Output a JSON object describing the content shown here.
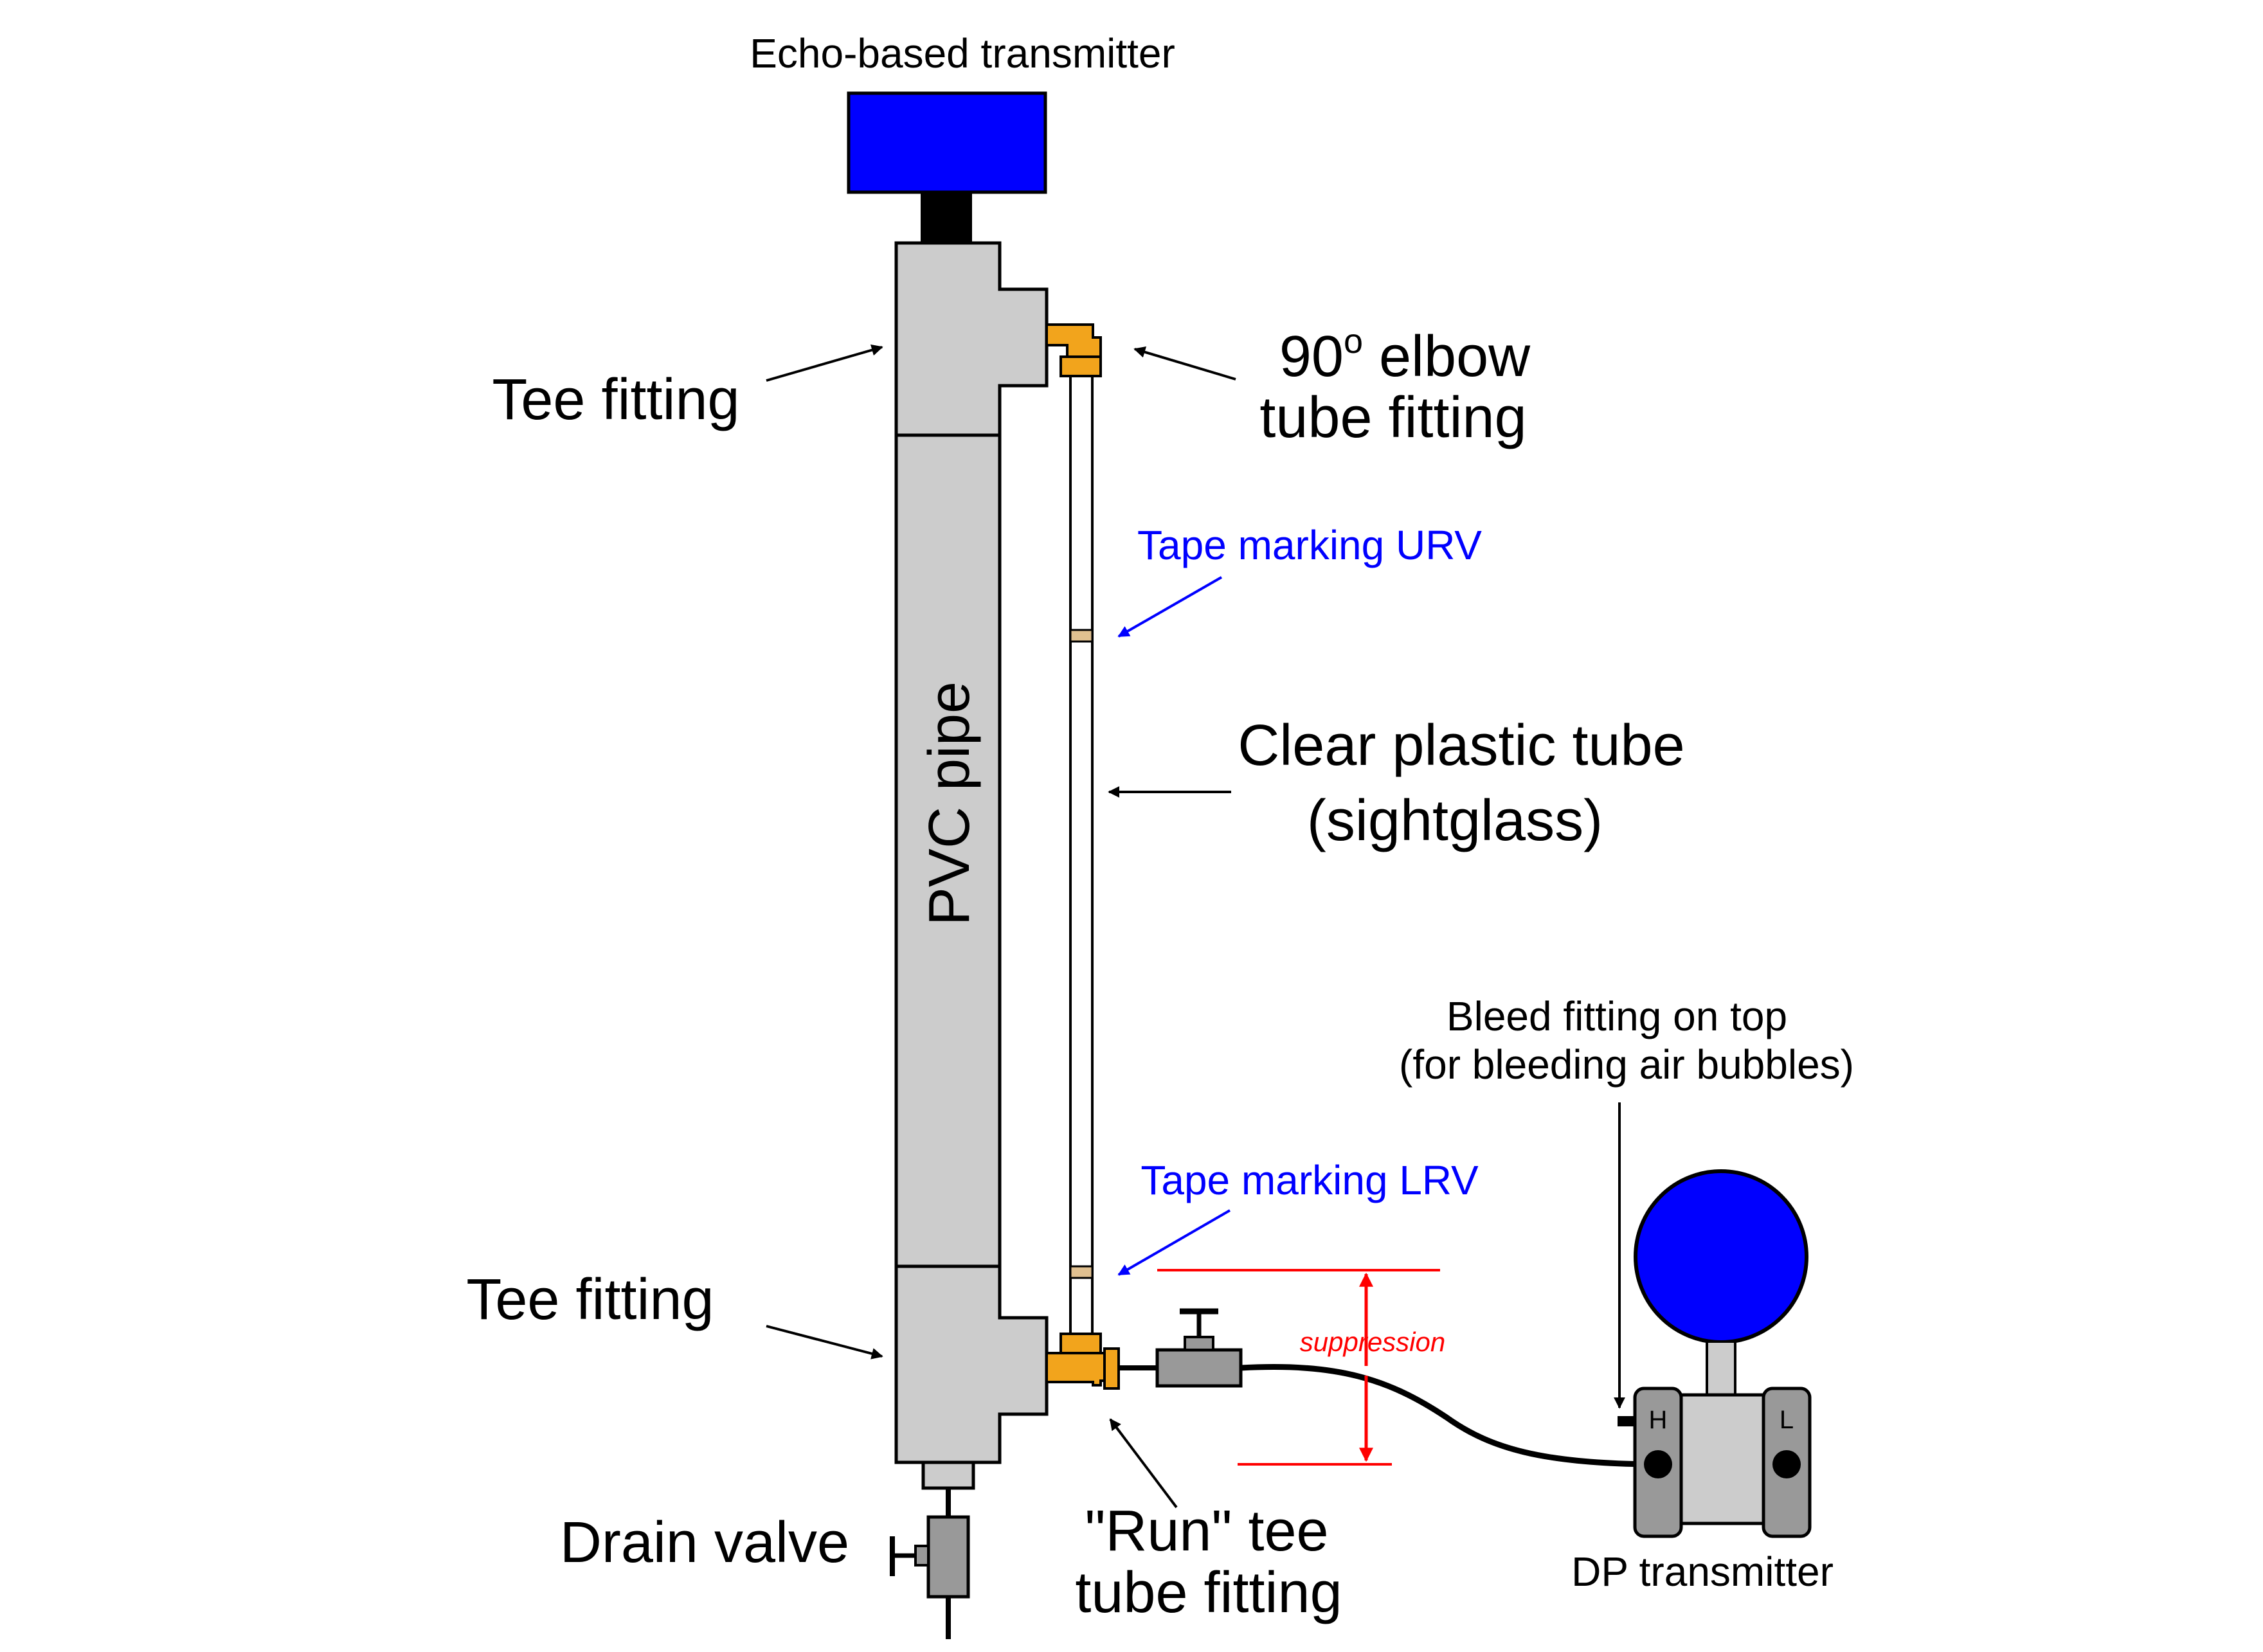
{
  "labels": {
    "echo_transmitter": "Echo-based transmitter",
    "tee_fitting_top": "Tee fitting",
    "tee_fitting_bottom": "Tee fitting",
    "elbow_line1_num": "90",
    "elbow_line1_sup": "o",
    "elbow_line1_rest": " elbow",
    "elbow_line2": "tube fitting",
    "tape_urv": "Tape marking URV",
    "clear_tube_line1": "Clear plastic tube",
    "clear_tube_line2": "(sightglass)",
    "pvc_pipe": "PVC pipe",
    "bleed_line1": "Bleed fitting on top",
    "bleed_line2": "(for bleeding air bubbles)",
    "tape_lrv": "Tape marking LRV",
    "suppression": "suppression",
    "drain_valve": "Drain valve",
    "run_tee_line1": "\"Run\" tee",
    "run_tee_line2": "tube fitting",
    "dp_transmitter": "DP transmitter",
    "port_high": "H",
    "port_low": "L"
  },
  "colors": {
    "transmitter_blue": "#0000ff",
    "pipe_gray": "#cccccc",
    "fitting_orange": "#f2a41c",
    "tape_tan": "#e0c090",
    "suppression_red": "#ff0000",
    "annotation_blue": "#0000ff"
  }
}
